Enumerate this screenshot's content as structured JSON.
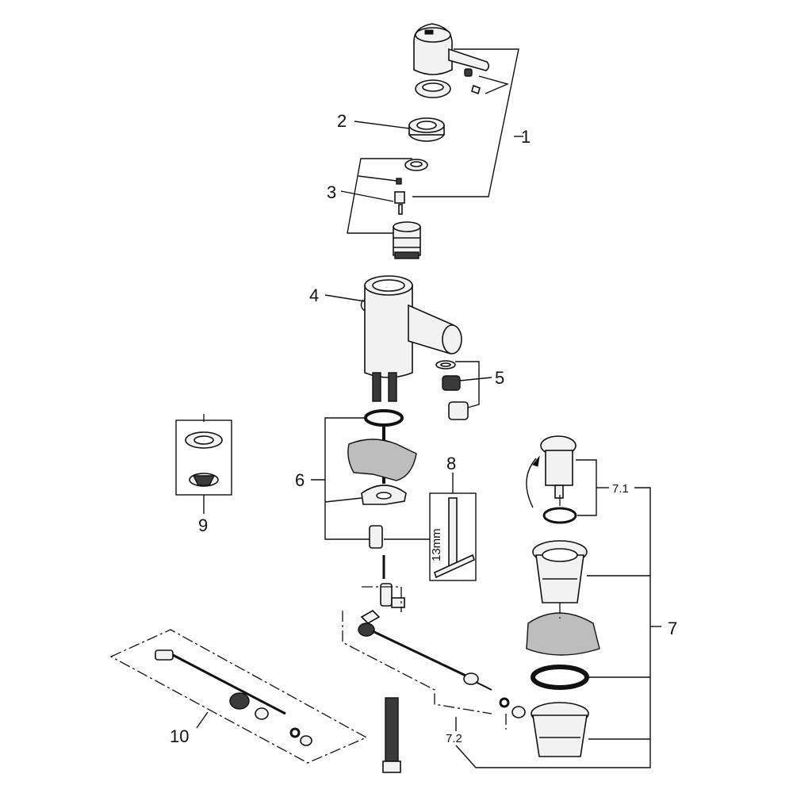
{
  "callouts": {
    "c1": "1",
    "c2": "2",
    "c3": "3",
    "c4": "4",
    "c5": "5",
    "c6": "6",
    "c7": "7",
    "c7_1": "7.1",
    "c7_2": "7.2",
    "c8": "8",
    "c9": "9",
    "c10": "10"
  },
  "tool_dimension": "13mm"
}
